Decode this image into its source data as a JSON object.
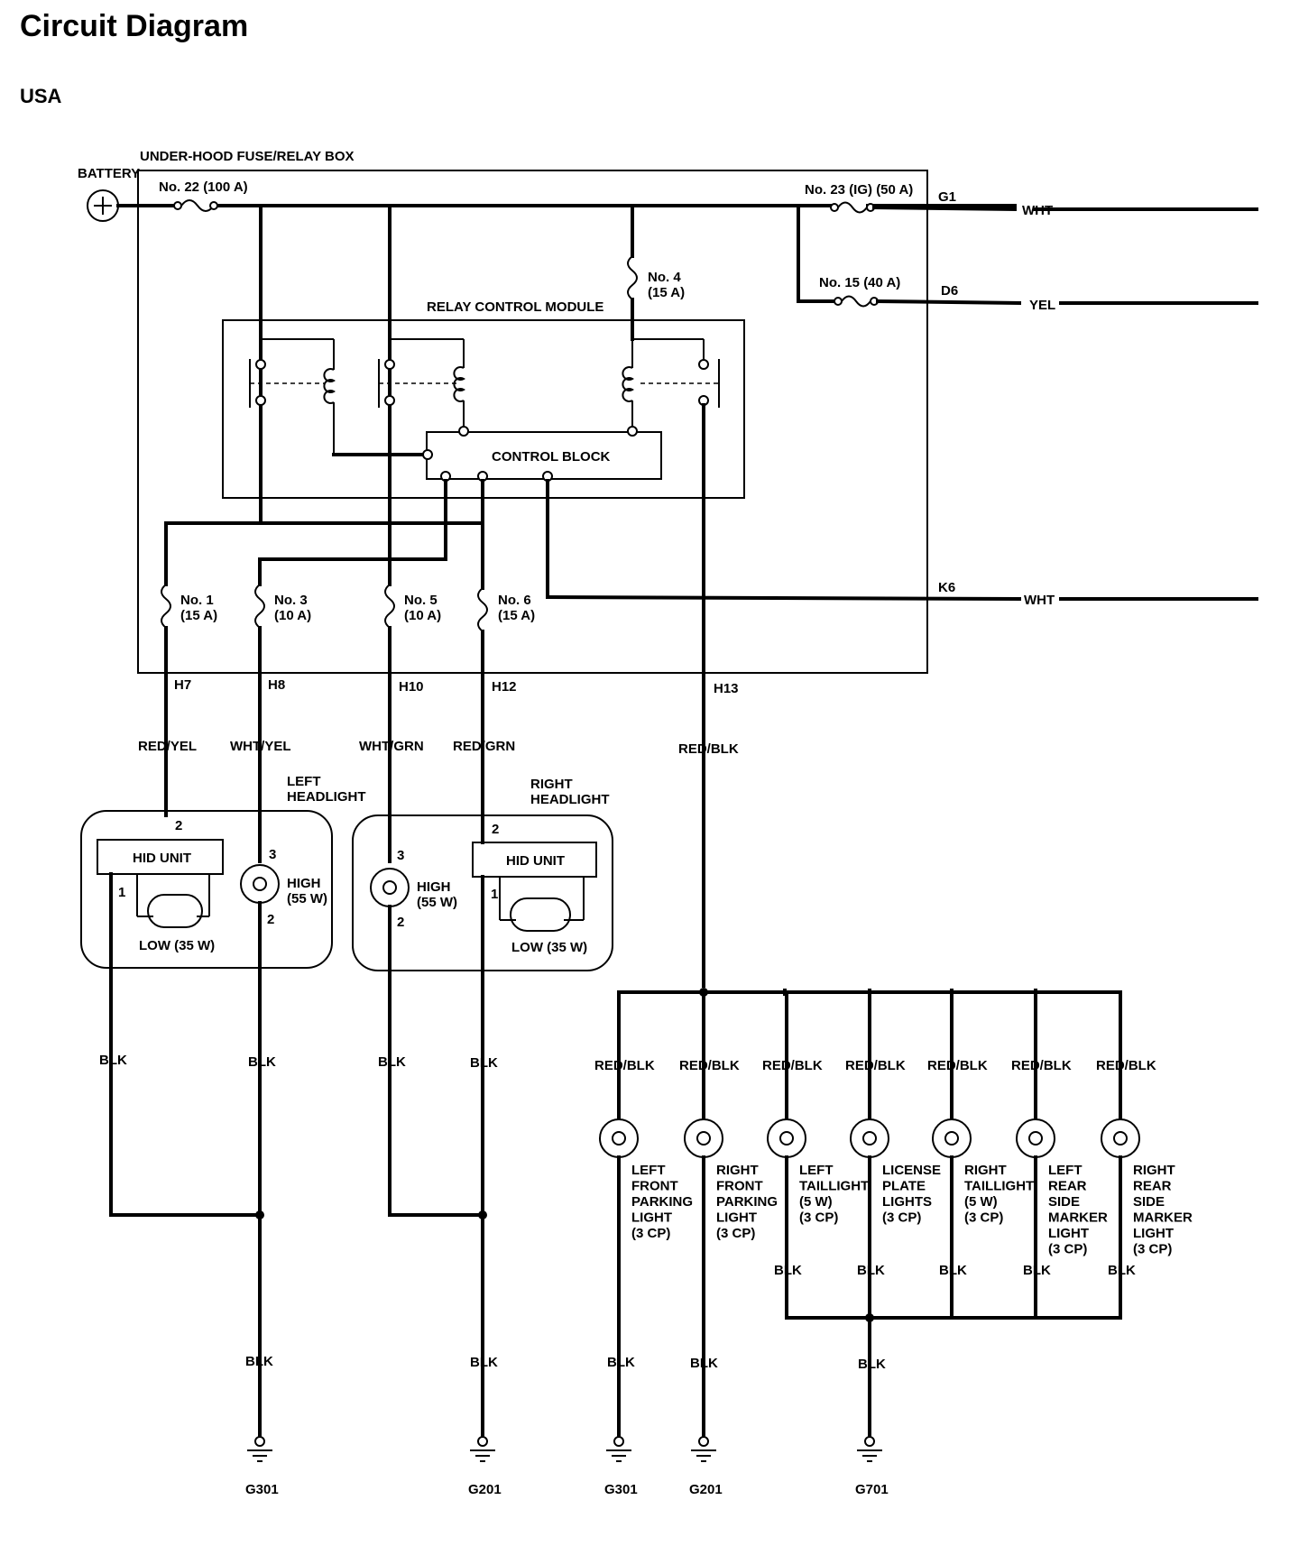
{
  "title": "Circuit Diagram",
  "region": "USA",
  "battery": {
    "label": "BATTERY",
    "symbol": "+"
  },
  "fuse_box": {
    "label": "UNDER-HOOD FUSE/RELAY BOX",
    "fuses": [
      {
        "name": "No. 22",
        "rating": "(100 A)"
      },
      {
        "name": "No. 23 (IG)",
        "rating": "(50 A)"
      },
      {
        "name": "No. 15",
        "rating": "(40 A)"
      },
      {
        "name": "No. 4",
        "rating": "(15 A)"
      },
      {
        "name": "No. 1",
        "rating": "(15 A)"
      },
      {
        "name": "No. 3",
        "rating": "(10 A)"
      },
      {
        "name": "No. 5",
        "rating": "(10 A)"
      },
      {
        "name": "No. 6",
        "rating": "(15 A)"
      }
    ],
    "outputs": [
      {
        "terminal": "G1",
        "wire": "WHT"
      },
      {
        "terminal": "D6",
        "wire": "YEL"
      },
      {
        "terminal": "K6",
        "wire": "WHT"
      }
    ],
    "terminals": [
      "H7",
      "H8",
      "H10",
      "H12",
      "H13"
    ]
  },
  "relay_module": {
    "label": "RELAY CONTROL MODULE",
    "control_block": "CONTROL BLOCK"
  },
  "wires": {
    "h7": "RED/YEL",
    "h8": "WHT/YEL",
    "h10": "WHT/GRN",
    "h12": "RED/GRN",
    "h13": "RED/BLK",
    "ground": "BLK"
  },
  "left_headlight": {
    "label_line1": "LEFT",
    "label_line2": "HEADLIGHT",
    "hid_unit": "HID UNIT",
    "low": "LOW (35 W)",
    "high_line1": "HIGH",
    "high_line2": "(55 W)",
    "pins": [
      "2",
      "1",
      "3",
      "2"
    ]
  },
  "right_headlight": {
    "label_line1": "RIGHT",
    "label_line2": "HEADLIGHT",
    "hid_unit": "HID UNIT",
    "low": "LOW (35 W)",
    "high_line1": "HIGH",
    "high_line2": "(55 W)",
    "pins": [
      "3",
      "2",
      "2",
      "1"
    ]
  },
  "lamps": [
    {
      "wire_in": "RED/BLK",
      "label": [
        "LEFT",
        "FRONT",
        "PARKING",
        "LIGHT",
        "(3 CP)"
      ]
    },
    {
      "wire_in": "RED/BLK",
      "label": [
        "RIGHT",
        "FRONT",
        "PARKING",
        "LIGHT",
        "(3 CP)"
      ]
    },
    {
      "wire_in": "RED/BLK",
      "label": [
        "LEFT",
        "TAILLIGHT",
        "(5 W)",
        "(3 CP)"
      ]
    },
    {
      "wire_in": "RED/BLK",
      "label": [
        "LICENSE",
        "PLATE",
        "LIGHTS",
        "(3 CP)"
      ]
    },
    {
      "wire_in": "RED/BLK",
      "label": [
        "RIGHT",
        "TAILLIGHT",
        "(5 W)",
        "(3 CP)"
      ]
    },
    {
      "wire_in": "RED/BLK",
      "label": [
        "LEFT",
        "REAR",
        "SIDE",
        "MARKER",
        "LIGHT",
        "(3 CP)"
      ]
    },
    {
      "wire_in": "RED/BLK",
      "label": [
        "RIGHT",
        "REAR",
        "SIDE",
        "MARKER",
        "LIGHT",
        "(3 CP)"
      ]
    }
  ],
  "grounds": [
    "G301",
    "G201",
    "G301",
    "G201",
    "G701"
  ]
}
